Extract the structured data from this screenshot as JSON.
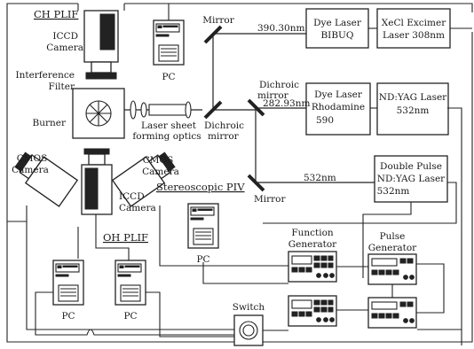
{
  "labels": {
    "ch_plif": "CH PLIF",
    "iccd_camera_top_1": "ICCD",
    "iccd_camera_top_2": "Camera",
    "interference_1": "Interference",
    "interference_2": "Filter",
    "pc_top": "PC",
    "burner": "Burner",
    "laser_sheet_1": "Laser sheet",
    "laser_sheet_2": "forming optics",
    "mirror_top": "Mirror",
    "mirror_bottom": "Mirror",
    "dichroic_lower_1": "Dichroic",
    "dichroic_lower_2": "mirror",
    "dichroic_upper_1": "Dichroic",
    "dichroic_upper_2": "mirror",
    "beam_390": "390.30nm",
    "beam_282": "282.93nm",
    "beam_532": "532nm",
    "cmos_left_1": "CMOS",
    "cmos_left_2": "Camera",
    "cmos_right_1": "CMOS",
    "cmos_right_2": "Camera",
    "stereo_piv": "Stereoscopic PIV",
    "iccd_camera_mid_1": "ICCD",
    "iccd_camera_mid_2": "Camera",
    "oh_plif": "OH PLIF",
    "pc_mid": "PC",
    "pc_bottom_left": "PC",
    "pc_bottom_mid": "PC",
    "switch": "Switch",
    "function_gen_1": "Function",
    "function_gen_2": "Generator",
    "pulse_gen_1": "Pulse",
    "pulse_gen_2": "Generator"
  },
  "boxes": {
    "dye_bibuq_1": "Dye Laser",
    "dye_bibuq_2": "BIBUQ",
    "xecl_1": "XeCl Excimer",
    "xecl_2": "Laser 308nm",
    "dye_rhod_1": "Dye Laser",
    "dye_rhod_2": "Rhodamine",
    "dye_rhod_3": "590",
    "ndyag_1": "ND:YAG Laser",
    "ndyag_2": "532nm",
    "double_1": "Double Pulse",
    "double_2": "ND:YAG Laser",
    "double_3": "532nm"
  }
}
